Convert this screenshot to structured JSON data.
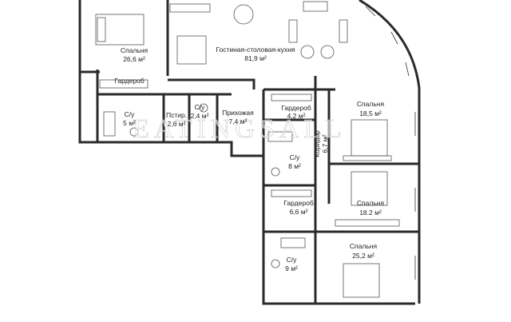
{
  "plan": {
    "watermark": "EATINGSALL",
    "rooms": [
      {
        "id": "bedroom-top-left",
        "name": "Спальня",
        "area": "26,6 м²"
      },
      {
        "id": "wardrobe-top-left",
        "name": "Гардероб",
        "area": ""
      },
      {
        "id": "living-kitchen",
        "name": "Гостиная-столовая-кухня",
        "area": "81,9 м²"
      },
      {
        "id": "bathroom-left",
        "name": "С/у",
        "area": "5 м²"
      },
      {
        "id": "pantry",
        "name": "Пстир.",
        "area": "2,6 м²"
      },
      {
        "id": "wc-small",
        "name": "С/у",
        "area": "2,4 м²"
      },
      {
        "id": "hallway",
        "name": "Прихожая",
        "area": "7,4 м²"
      },
      {
        "id": "wardrobe-mid",
        "name": "Гардероб",
        "area": "4,2 м²"
      },
      {
        "id": "corridor",
        "name": "Коридор",
        "area": "6,7 м²"
      },
      {
        "id": "bedroom-right-top",
        "name": "Спальня",
        "area": "18,5 м²"
      },
      {
        "id": "bathroom-8",
        "name": "С/у",
        "area": "8 м²"
      },
      {
        "id": "wardrobe-lower",
        "name": "Гардероб",
        "area": "6,6 м²"
      },
      {
        "id": "bedroom-right-mid",
        "name": "Спальня",
        "area": "18.2 м²"
      },
      {
        "id": "bathroom-9",
        "name": "С/у",
        "area": "9 м²"
      },
      {
        "id": "bedroom-right-bottom",
        "name": "Спальня",
        "area": "25,2 м²"
      }
    ]
  }
}
